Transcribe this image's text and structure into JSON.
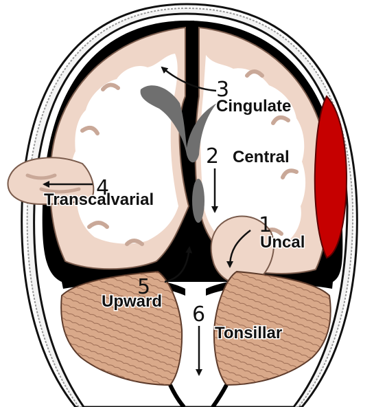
{
  "colors": {
    "skull_outline": "#111111",
    "dura": "#000000",
    "cortex": "#efd6c8",
    "white_matter": "#ffffff",
    "ventricle": "#6f6f6f",
    "hematoma": "#c60000",
    "cerebellum": "#d9a98a",
    "arrow": "#111111"
  },
  "icons": {
    "arrow": "arrow-icon"
  },
  "herniations": [
    {
      "number": "1",
      "label": "Uncal"
    },
    {
      "number": "2",
      "label": "Central"
    },
    {
      "number": "3",
      "label": "Cingulate"
    },
    {
      "number": "4",
      "label": "Transcalvarial"
    },
    {
      "number": "5",
      "label": "Upward"
    },
    {
      "number": "6",
      "label": "Tonsillar"
    }
  ]
}
